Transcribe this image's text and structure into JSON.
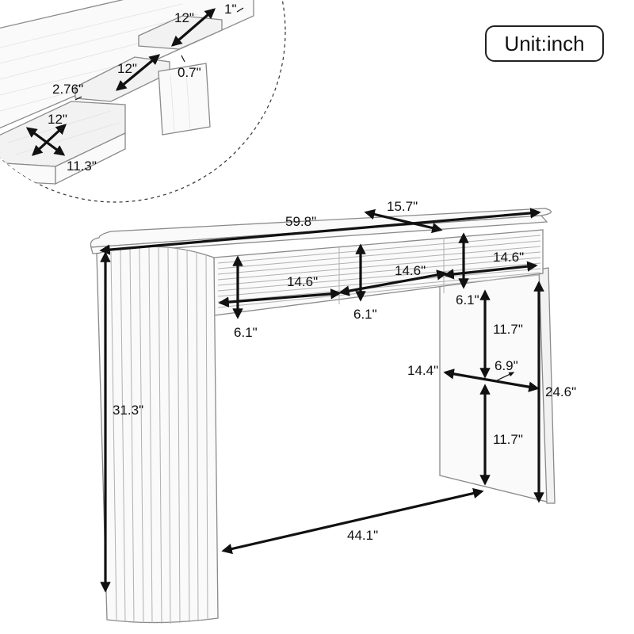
{
  "unit_label": "Unit:inch",
  "detail": {
    "top_drawer_width": "12\"",
    "top_gap": "1\"",
    "middle_drawer_width": "12\"",
    "middle_gap": "0.7\"",
    "front_panel_thickness": "2.76\"",
    "drawer_width": "12\"",
    "drawer_depth": "11.3\""
  },
  "main": {
    "overall_length": "59.8\"",
    "overall_depth": "15.7\"",
    "overall_height": "31.3\"",
    "drawer_left_width": "14.6\"",
    "drawer_middle_width": "14.6\"",
    "drawer_right_width": "14.6\"",
    "drawer_left_height": "6.1\"",
    "drawer_middle_height": "6.1\"",
    "drawer_right_height": "6.1\"",
    "upper_clearance": "11.7\"",
    "lower_clearance": "11.7\"",
    "leg_depth": "14.4\"",
    "leg_thickness": "6.9\"",
    "leg_height": "24.6\"",
    "inner_span": "44.1\""
  }
}
